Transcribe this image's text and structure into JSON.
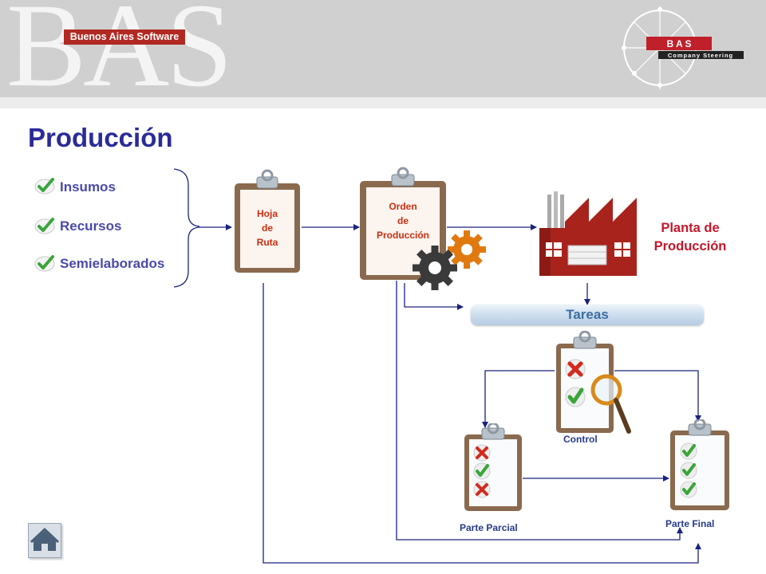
{
  "header": {
    "watermark_text": "BAS",
    "company_name": "Buenos Aires Software",
    "logo_letters": "B A S",
    "logo_tagline": "Company Steering"
  },
  "page_title": "Producción",
  "items": [
    {
      "label": "Insumos"
    },
    {
      "label": "Recursos"
    },
    {
      "label": "Semielaborados"
    }
  ],
  "hoja_de_ruta": {
    "line1": "Hoja",
    "line2": "de",
    "line3": "Ruta"
  },
  "orden": {
    "line1": "Orden",
    "line2": "de",
    "line3": "Producción"
  },
  "planta": {
    "line1": "Planta de",
    "line2": "Producción"
  },
  "tareas": "Tareas",
  "control": "Control",
  "parte_parcial": "Parte Parcial",
  "parte_final": "Parte Final",
  "colors": {
    "title": "#2b2b97",
    "connector": "#1a237e",
    "accent_red": "#b02a23",
    "sheet_text": "#cc2e0e",
    "planta_text": "#c3172a"
  },
  "icons": [
    "check-icon",
    "clipboard-icon",
    "gear-icon",
    "factory-icon",
    "x-mark-icon",
    "magnifier-icon",
    "home-icon"
  ]
}
